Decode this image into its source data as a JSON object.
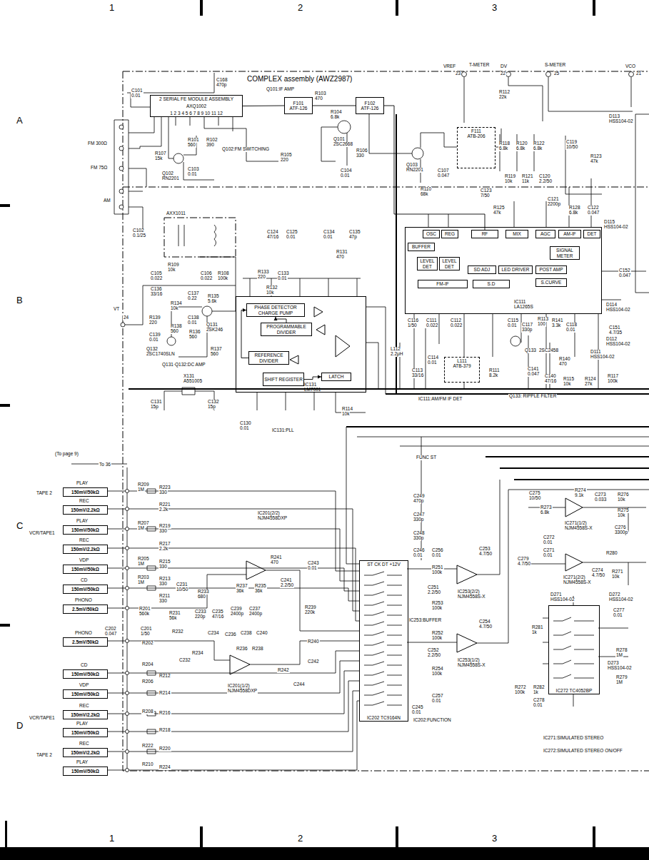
{
  "diagram": {
    "title": "COMPLEX assembly (AWZ2987)",
    "nodes": [
      {
        "text": [
          "2 SERIAL FE MODULE ASSEMBLY",
          "AXQ1002",
          "1 2 3 4 5 6 7 8 9 10 11 12"
        ]
      },
      {
        "text": [
          "F101",
          "ATF-126"
        ]
      },
      {
        "text": [
          "F102",
          "ATF-126"
        ]
      },
      {
        "text": [
          "F111",
          "ATB-206"
        ]
      },
      {
        "text": [
          "IC111",
          "LA1265S"
        ]
      },
      {
        "text": [
          "OSC"
        ],
        "in": 4
      },
      {
        "text": [
          "REG"
        ],
        "in": 4
      },
      {
        "text": [
          "RF"
        ],
        "in": 4
      },
      {
        "text": [
          "MIX"
        ],
        "in": 4
      },
      {
        "text": [
          "AGC"
        ],
        "in": 4
      },
      {
        "text": [
          "AM-IF"
        ],
        "in": 4
      },
      {
        "text": [
          "DET"
        ],
        "in": 4
      },
      {
        "text": [
          "BUFFER"
        ],
        "in": 4
      },
      {
        "text": [
          "SIGNAL METER"
        ],
        "in": 4
      },
      {
        "text": [
          "LEVEL DET"
        ],
        "in": 4
      },
      {
        "text": [
          "LEVEL DET"
        ],
        "in": 4
      },
      {
        "text": [
          "SD ADJ"
        ],
        "in": 4
      },
      {
        "text": [
          "LED DRIVER"
        ],
        "in": 4
      },
      {
        "text": [
          "POST AMP"
        ],
        "in": 4
      },
      {
        "text": [
          "FM-IF"
        ],
        "in": 4
      },
      {
        "text": [
          "S.D"
        ],
        "in": 4
      },
      {
        "text": [
          "S.CURVE"
        ],
        "in": 4
      },
      {
        "text": [
          "IC131",
          "LM7001"
        ]
      },
      {
        "text": [
          "PHASE DETECTOR CHARGE PUMP"
        ],
        "in": 22
      },
      {
        "text": [
          "PROGRAMMABLE DIVIDER"
        ],
        "in": 22
      },
      {
        "text": [
          "REFERENCE DIVIDER"
        ],
        "in": 22
      },
      {
        "text": [
          "SHIFT REGISTER"
        ],
        "in": 22
      },
      {
        "text": [
          "LATCH"
        ],
        "in": 22
      },
      {
        "text": [
          "L111",
          "ATB-379"
        ]
      },
      {
        "text": [
          "ST CK DT +12V",
          "IC202 TC9164N"
        ]
      },
      {
        "text": [
          "IC272 TC4052BP"
        ]
      },
      {
        "text": [
          "150mV/50kΩ"
        ]
      },
      {
        "text": [
          "150mV/2.2kΩ"
        ]
      },
      {
        "text": [
          "150mV/50kΩ"
        ]
      },
      {
        "text": [
          "150mV/2.2kΩ"
        ]
      },
      {
        "text": [
          "150mV/50kΩ"
        ]
      },
      {
        "text": [
          "150mV/50kΩ"
        ]
      },
      {
        "text": [
          "2.5mV/50kΩ"
        ]
      },
      {
        "text": [
          "2.5mV/50kΩ"
        ]
      },
      {
        "text": [
          "150mV/50kΩ"
        ]
      },
      {
        "text": [
          "150mV/50kΩ"
        ]
      },
      {
        "text": [
          "150mV/2.2kΩ"
        ]
      },
      {
        "text": [
          "150mV/50kΩ"
        ]
      },
      {
        "text": [
          "150mV/2.2kΩ"
        ]
      },
      {
        "text": [
          "150mV/50kΩ"
        ]
      }
    ],
    "edges": [
      {
        "from": 0,
        "to": 1,
        "arrow": "none"
      },
      {
        "from": 1,
        "to": 2,
        "arrow": "none"
      },
      {
        "from": 2,
        "to": 7,
        "arrow": "none"
      },
      {
        "from": 24,
        "to": 23,
        "arrow": "to"
      },
      {
        "from": 25,
        "to": 23,
        "arrow": "to"
      },
      {
        "from": 26,
        "to": 27,
        "arrow": "to"
      }
    ],
    "labels": [
      "1",
      "2",
      "3",
      "1",
      "2",
      "3",
      "A",
      "B",
      "C",
      "D",
      "Q101:IF AMP",
      "C168",
      "470p",
      "C101",
      "0.01",
      "FM 300Ω",
      "FM 75Ω",
      "AM",
      "C102",
      "0.1/25",
      "R101",
      "560",
      "R102",
      "390",
      "R107",
      "15k",
      "C103",
      "0.01",
      "Q102",
      "RN2201",
      "Q102:FM SWITCHING",
      "R105",
      "220",
      "R103",
      "470",
      "R104",
      "6.8k",
      "Q101",
      "2SC2668",
      "R106",
      "330",
      "C104",
      "0.01",
      "Q103",
      "RN2201",
      "R110",
      "68k",
      "C107",
      "0.047",
      "VREF",
      "23",
      "T-METER",
      "DV",
      "22",
      "S-METER",
      "25",
      "VCO",
      "21",
      "R112",
      "22k",
      "D113",
      "HSS104-02",
      "R118",
      "6.8k",
      "R120",
      "6.8k",
      "R122",
      "6.8k",
      "C119",
      "10/50",
      "R123",
      "47k",
      "R119",
      "10k",
      "R121",
      "11k",
      "C120",
      "2.2/50",
      "C123",
      "7/50",
      "R125",
      "47k",
      "C121",
      "2200p",
      "R128",
      "6.8k",
      "C122",
      "0.047",
      "D115",
      "HSS104-02",
      "C124",
      "47/16",
      "C125",
      "0.01",
      "C134",
      "0.01",
      "C135",
      "47p",
      "R131",
      "470",
      "AXX1011",
      "C105",
      "0.022",
      "R109",
      "10k",
      "C106",
      "0.022",
      "R108",
      "100k",
      "R133",
      "220",
      "C133",
      "0.01",
      "R132",
      "10k",
      "C136",
      "33/16",
      "C137",
      "0.22",
      "R135",
      "5.6k",
      "R134",
      "10k",
      "R139",
      "220",
      "C138",
      "0.01",
      "R138",
      "560",
      "R136",
      "560",
      "Q131",
      "2SK246",
      "C139",
      "0.01",
      "Q132",
      "2SC1740SLN",
      "R137",
      "560",
      "Q131·Q132:DC AMP",
      "X131",
      "A551005",
      "C131",
      "15p",
      "C132",
      "15p",
      "C130",
      "0.01",
      "IC131:PLL",
      "R114",
      "10k",
      "VT",
      "24",
      "IC111:AM/FM IF DET",
      "Q133: RIPPLE FILTER",
      "C116",
      "1/50",
      "C111",
      "0.022",
      "C112",
      "0.022",
      "C115",
      "0.01",
      "C117",
      "330p",
      "R113",
      "100",
      "R141",
      "3.3k",
      "C118",
      "0.01",
      "L112",
      "2.2μH",
      "C114",
      "0.01",
      "C113",
      "33/16",
      "R111",
      "8.2k",
      "Q133",
      "2SC2458",
      "R140",
      "470",
      "C141",
      "0.047",
      "C140",
      "47/16",
      "R115",
      "10k",
      "R124",
      "27k",
      "D114",
      "HSS104-02",
      "C151",
      "4.7/35",
      "D112",
      "HSS104-02",
      "D111",
      "HSS104-02",
      "R117",
      "100k",
      "C152",
      "0.047",
      "(To page 9)",
      "To 36",
      "TAPE 2",
      "PLAY",
      "REC",
      "VCR/TAPE1",
      "PLAY",
      "REC",
      "VDP",
      "CD",
      "PHONO",
      "PHONO",
      "CD",
      "VDP",
      "VCR/TAPE1",
      "REC",
      "PLAY",
      "TAPE 2",
      "REC",
      "PLAY",
      "R209",
      "1M",
      "R223",
      "330",
      "R221",
      "2.2k",
      "R207",
      "1M",
      "R219",
      "330",
      "R217",
      "2.2k",
      "R205",
      "1M",
      "R215",
      "330",
      "R203",
      "1M",
      "R213",
      "330",
      "R211",
      "330",
      "R201",
      "560k",
      "R231",
      "56k",
      "C231",
      "10/50",
      "R233",
      "680",
      "C233",
      "220p",
      "C235",
      "47/16",
      "R237",
      "36k",
      "R235",
      "36k",
      "C239",
      "2400p",
      "C237",
      "2400p",
      "R241",
      "470",
      "C241",
      "2.2/50",
      "C243",
      "0.01",
      "R239",
      "220k",
      "IC201(2/2)",
      "NJM4558DXP",
      "C201",
      "1/50",
      "C202",
      "0.047",
      "R232",
      "C234",
      "C236",
      "C238",
      "C240",
      "R202",
      "R234",
      "C232",
      "R236",
      "R238",
      "R240",
      "R242",
      "C242",
      "C244",
      "IC201(1/2)",
      "NJM4558DXP",
      "R204",
      "R212",
      "R206",
      "R214",
      "R208",
      "R216",
      "R218",
      "R222",
      "R220",
      "R210",
      "R224",
      "FUNC ST",
      "C249",
      "470p",
      "C247",
      "330p",
      "C248",
      "330p",
      "C246",
      "0.01",
      "C256",
      "0.01",
      "R251",
      "100k",
      "C251",
      "2.2/50",
      "R253",
      "100k",
      "C253",
      "4.7/50",
      "IC253(2/2)",
      "NJM4558S-X",
      "IC253:BUFFER",
      "R252",
      "100k",
      "C252",
      "2.2/50",
      "R254",
      "100k",
      "C254",
      "4.7/50",
      "IC253(1/2)",
      "NJM4558S-X",
      "C257",
      "0.01",
      "C245",
      "0.01",
      "IC202:FUNCTION",
      "C275",
      "10/50",
      "R274",
      "9.1k",
      "C273",
      "0.033",
      "R276",
      "10k",
      "R273",
      "6.8k",
      "R275",
      "10k",
      "IC271(1/2)",
      "NJM4558S-X",
      "C276",
      "3300p",
      "C272",
      "0.01",
      "C271",
      "0.01",
      "R280",
      "C279",
      "4.7/50",
      "C274",
      "4.7/50",
      "R271",
      "10k",
      "IC271(2/2)",
      "NJM4558S-X",
      "D271",
      "HSS104-02",
      "D272",
      "HSS104-02",
      "C277",
      "0.01",
      "R281",
      "1k",
      "R278",
      "1M",
      "D273",
      "HSS104-02",
      "R279",
      "1M",
      "R272",
      "100k",
      "R282",
      "1k",
      "C278",
      "0.01",
      "IC271:SIMULATED STEREO",
      "IC272:SIMULATED STEREO ON/OFF"
    ]
  }
}
